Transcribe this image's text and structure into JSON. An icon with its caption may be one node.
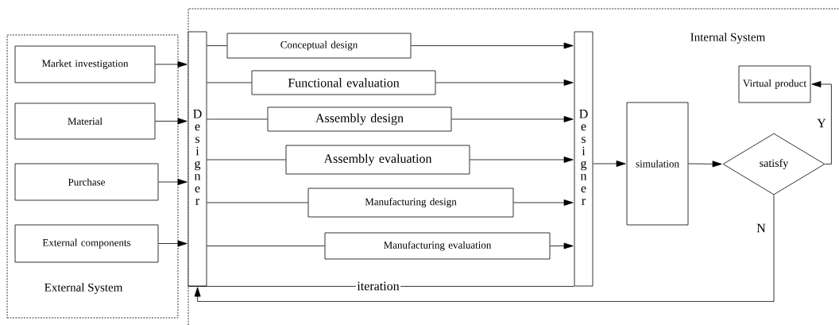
{
  "diagram": {
    "nodes": [
      {
        "text": [
          "External System"
        ]
      },
      {
        "text": [
          "Market investigation"
        ],
        "in": 0
      },
      {
        "text": [
          "Material"
        ],
        "in": 0
      },
      {
        "text": [
          "Purchase"
        ],
        "in": 0
      },
      {
        "text": [
          "External components"
        ],
        "in": 0
      },
      {
        "text": [
          "Internal System"
        ]
      },
      {
        "text": [
          "Designer"
        ],
        "in": 5
      },
      {
        "text": [
          "Conceptual design"
        ],
        "in": 5
      },
      {
        "text": [
          "Functional evaluation"
        ],
        "in": 5
      },
      {
        "text": [
          "Assembly design"
        ],
        "in": 5
      },
      {
        "text": [
          "Assembly evaluation"
        ],
        "in": 5
      },
      {
        "text": [
          "Manufacturing design"
        ],
        "in": 5
      },
      {
        "text": [
          "Manufacturing evaluation"
        ],
        "in": 5
      },
      {
        "text": [
          "Designer"
        ],
        "in": 5
      },
      {
        "text": [
          "simulation"
        ],
        "in": 5
      },
      {
        "text": [
          "satisfy"
        ],
        "in": 5
      },
      {
        "text": [
          "Virtual product"
        ],
        "in": 5
      }
    ],
    "edges": [
      {
        "from": 1,
        "to": 6,
        "arrow": "to"
      },
      {
        "from": 2,
        "to": 6,
        "arrow": "to"
      },
      {
        "from": 3,
        "to": 6,
        "arrow": "to"
      },
      {
        "from": 4,
        "to": 6,
        "arrow": "to"
      },
      {
        "from": 6,
        "to": 7,
        "arrow": "none"
      },
      {
        "from": 6,
        "to": 8,
        "arrow": "none"
      },
      {
        "from": 6,
        "to": 9,
        "arrow": "none"
      },
      {
        "from": 6,
        "to": 10,
        "arrow": "none"
      },
      {
        "from": 6,
        "to": 11,
        "arrow": "none"
      },
      {
        "from": 6,
        "to": 12,
        "arrow": "none"
      },
      {
        "from": 7,
        "to": 13,
        "arrow": "to"
      },
      {
        "from": 8,
        "to": 13,
        "arrow": "to"
      },
      {
        "from": 9,
        "to": 13,
        "arrow": "to"
      },
      {
        "from": 10,
        "to": 13,
        "arrow": "to"
      },
      {
        "from": 11,
        "to": 13,
        "arrow": "to"
      },
      {
        "from": 12,
        "to": 13,
        "arrow": "to"
      },
      {
        "from": 6,
        "to": 13,
        "arrow": "none",
        "label": "iteration"
      },
      {
        "from": 13,
        "to": 14,
        "arrow": "to"
      },
      {
        "from": 14,
        "to": 15,
        "arrow": "to"
      },
      {
        "from": 15,
        "to": 16,
        "arrow": "to",
        "label": "Y"
      },
      {
        "from": 15,
        "to": 6,
        "arrow": "to",
        "label": "N"
      }
    ]
  }
}
